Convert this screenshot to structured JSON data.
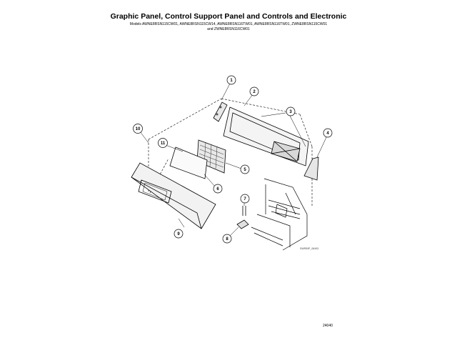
{
  "title": "Graphic Panel, Control Support Panel and Controls and Electronic",
  "models_line1": "Models AWNE8RSN115CW01, AWNE8RSN115CW14, AWNE8RSN116TW01, AWNE8RSN116TW01, ZWNE8RSN115CW01",
  "models_line2": "and ZWNE8RSN116CW01",
  "callouts": [
    "1",
    "2",
    "3",
    "4",
    "5",
    "6",
    "7",
    "8",
    "9",
    "10",
    "11"
  ],
  "figure_code": "SWR59P_06493",
  "page_number": "24040"
}
